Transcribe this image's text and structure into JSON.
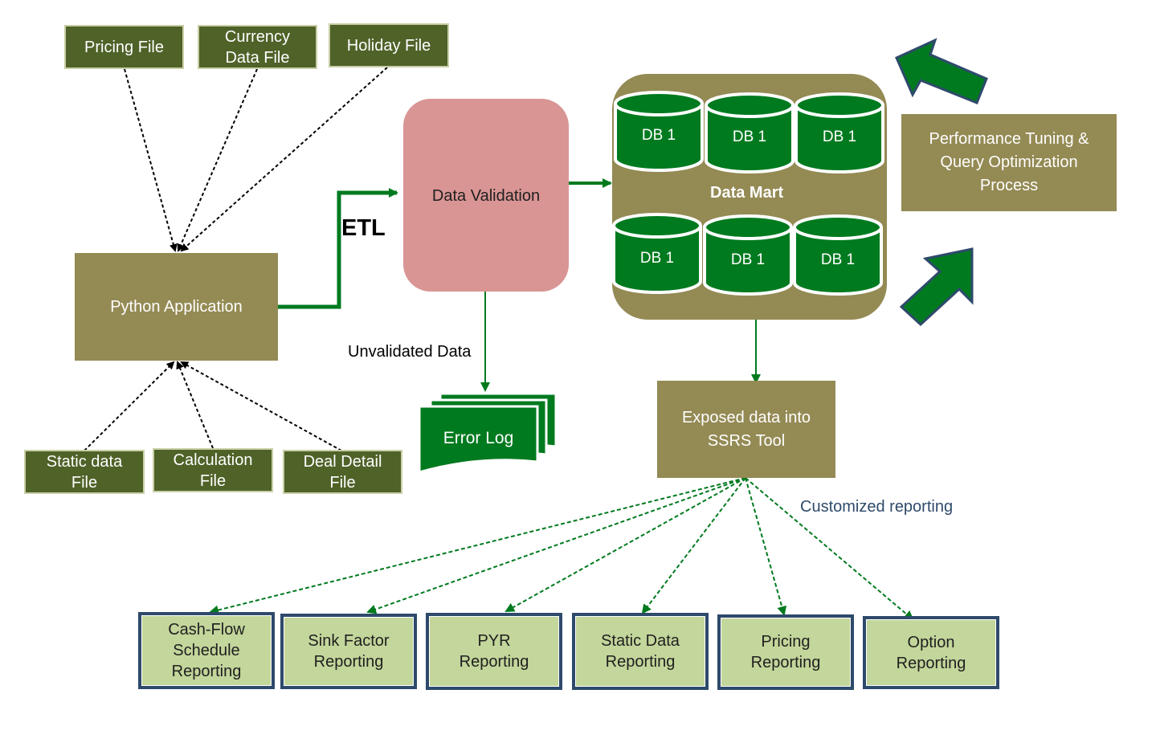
{
  "sources_top": {
    "pricing_file": "Pricing File",
    "currency_file": "Currency\nData File",
    "holiday_file": "Holiday File"
  },
  "sources_bottom": {
    "static_data_file": "Static data\nFile",
    "calculation_file": "Calculation\nFile",
    "deal_detail_file": "Deal Detail\nFile"
  },
  "python_app": "Python Application",
  "etl_label": "ETL",
  "data_validation": "Data Validation",
  "unvalidated_label": "Unvalidated Data",
  "error_log": "Error Log",
  "data_mart": {
    "title": "Data Mart",
    "databases": [
      "DB 1",
      "DB 1",
      "DB 1",
      "DB 1",
      "DB 1",
      "DB 1"
    ]
  },
  "performance": "Performance Tuning &\nQuery Optimization\nProcess",
  "ssrs": "Exposed data into\nSSRS Tool",
  "customized_label": "Customized reporting",
  "reports": [
    "Cash-Flow\nSchedule\nReporting",
    "Sink Factor\nReporting",
    "PYR\nReporting",
    "Static Data\nReporting",
    "Pricing\nReporting",
    "Option\nReporting"
  ],
  "colors": {
    "dark_olive": "#4f6228",
    "olive": "#948a54",
    "light_green": "#c3d69b",
    "green": "#007a1f",
    "pink": "#d99594",
    "navy": "#2e4a6b"
  }
}
